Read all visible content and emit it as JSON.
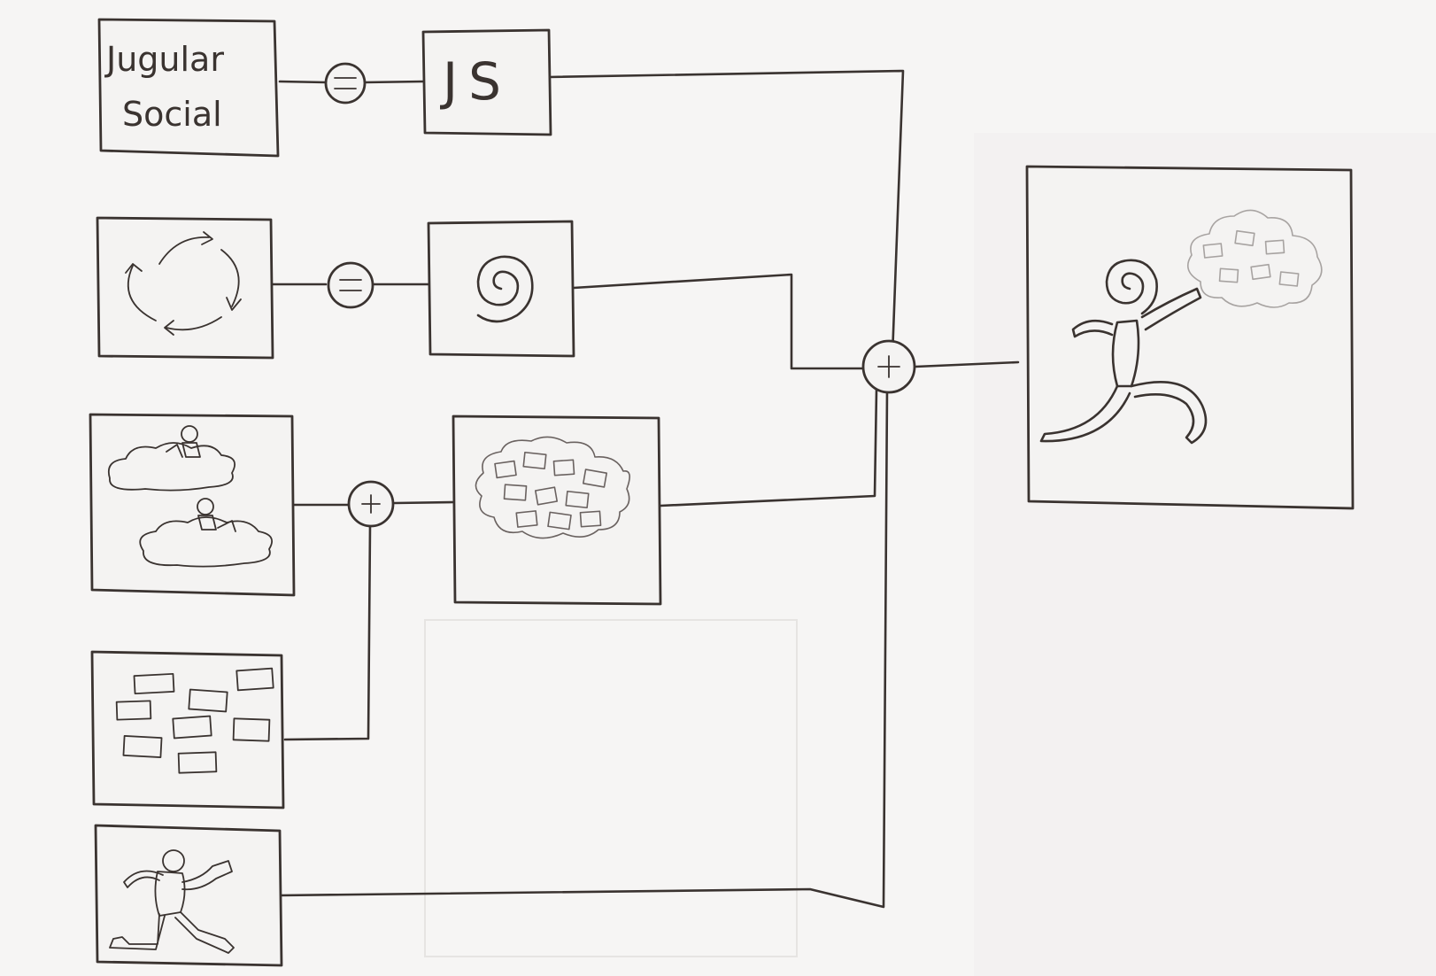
{
  "diagram": {
    "box_label_line1": "Jugular",
    "box_label_line2": "Social",
    "js_label": "JS",
    "equals_symbol": "=",
    "plus_symbol": "+"
  },
  "colors": {
    "paper": "#f6f5f4",
    "ink": "#3a3330"
  }
}
